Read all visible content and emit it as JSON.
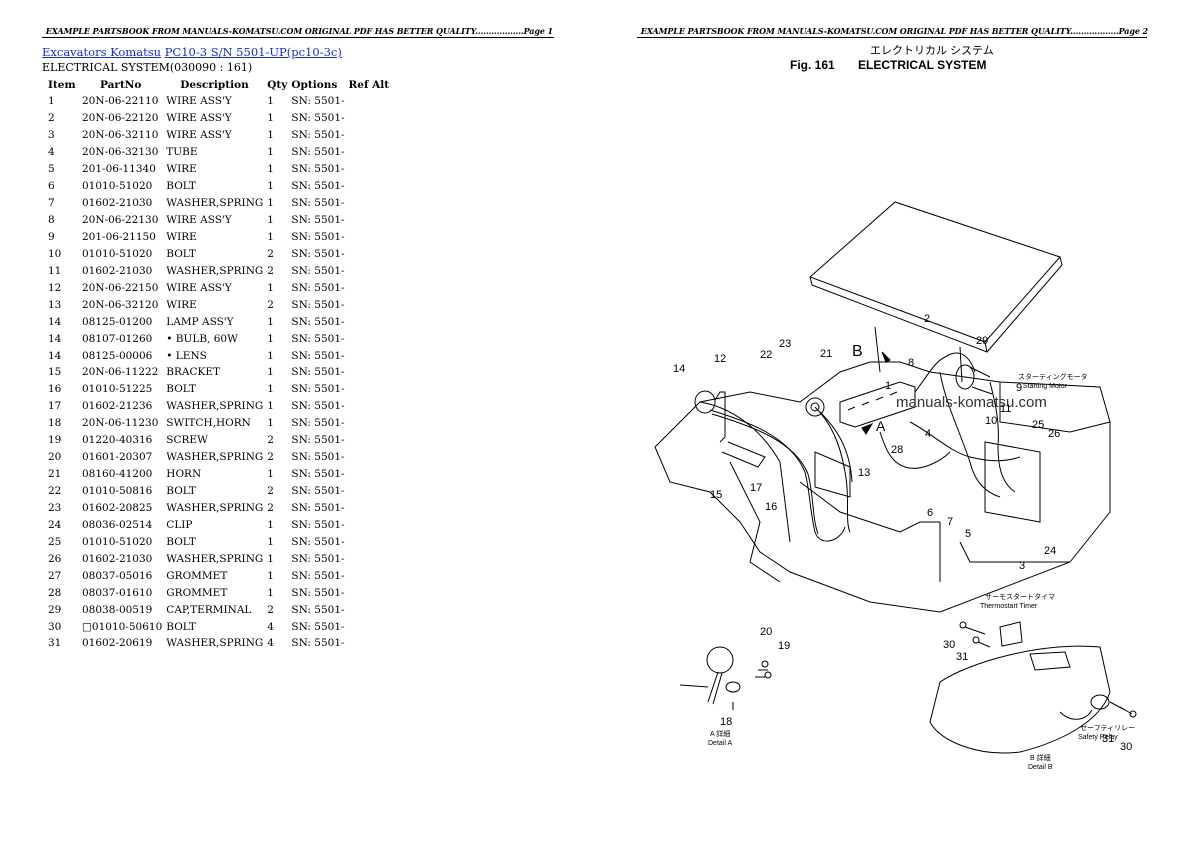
{
  "header": {
    "left_text": "EXAMPLE PARTSBOOK FROM MANUALS-KOMATSU.COM ORIGINAL PDF HAS BETTER QUALITY..................Page 1",
    "right_text": "EXAMPLE PARTSBOOK FROM MANUALS-KOMATSU.COM ORIGINAL PDF HAS BETTER QUALITY..................Page 2"
  },
  "breadcrumb": {
    "link1": "Excavators Komatsu",
    "link2": "PC10-3 S/N 5501-UP(pc10-3c)"
  },
  "subtitle": "ELECTRICAL SYSTEM(030090 : 161)",
  "table": {
    "headers": [
      "Item",
      "PartNo",
      "Description",
      "Qty",
      "Options",
      "Ref Alt"
    ],
    "rows": [
      [
        "1",
        "20N-06-22110",
        "WIRE ASS'Y",
        "1",
        "SN: 5501-"
      ],
      [
        "2",
        "20N-06-22120",
        "WIRE ASS'Y",
        "1",
        "SN: 5501-"
      ],
      [
        "3",
        "20N-06-32110",
        "WIRE ASS'Y",
        "1",
        "SN: 5501-"
      ],
      [
        "4",
        "20N-06-32130",
        "TUBE",
        "1",
        "SN: 5501-"
      ],
      [
        "5",
        "201-06-11340",
        "WIRE",
        "1",
        "SN: 5501-"
      ],
      [
        "6",
        "01010-51020",
        "BOLT",
        "1",
        "SN: 5501-"
      ],
      [
        "7",
        "01602-21030",
        "WASHER,SPRING",
        "1",
        "SN: 5501-"
      ],
      [
        "8",
        "20N-06-22130",
        "WIRE ASS'Y",
        "1",
        "SN: 5501-"
      ],
      [
        "9",
        "201-06-21150",
        "WIRE",
        "1",
        "SN: 5501-"
      ],
      [
        "10",
        "01010-51020",
        "BOLT",
        "2",
        "SN: 5501-"
      ],
      [
        "11",
        "01602-21030",
        "WASHER,SPRING",
        "2",
        "SN: 5501-"
      ],
      [
        "12",
        "20N-06-22150",
        "WIRE ASS'Y",
        "1",
        "SN: 5501-"
      ],
      [
        "13",
        "20N-06-32120",
        "WIRE",
        "2",
        "SN: 5501-"
      ],
      [
        "14",
        "08125-01200",
        "LAMP ASS'Y",
        "1",
        "SN: 5501-"
      ],
      [
        "14",
        "08107-01260",
        "• BULB, 60W",
        "1",
        "SN: 5501-"
      ],
      [
        "14",
        "08125-00006",
        "• LENS",
        "1",
        "SN: 5501-"
      ],
      [
        "15",
        "20N-06-11222",
        "BRACKET",
        "1",
        "SN: 5501-"
      ],
      [
        "16",
        "01010-51225",
        "BOLT",
        "1",
        "SN: 5501-"
      ],
      [
        "17",
        "01602-21236",
        "WASHER,SPRING",
        "1",
        "SN: 5501-"
      ],
      [
        "18",
        "20N-06-11230",
        "SWITCH,HORN",
        "1",
        "SN: 5501-"
      ],
      [
        "19",
        "01220-40316",
        "SCREW",
        "2",
        "SN: 5501-"
      ],
      [
        "20",
        "01601-20307",
        "WASHER,SPRING",
        "2",
        "SN: 5501-"
      ],
      [
        "21",
        "08160-41200",
        "HORN",
        "1",
        "SN: 5501-"
      ],
      [
        "22",
        "01010-50816",
        "BOLT",
        "2",
        "SN: 5501-"
      ],
      [
        "23",
        "01602-20825",
        "WASHER,SPRING",
        "2",
        "SN: 5501-"
      ],
      [
        "24",
        "08036-02514",
        "CLIP",
        "1",
        "SN: 5501-"
      ],
      [
        "25",
        "01010-51020",
        "BOLT",
        "1",
        "SN: 5501-"
      ],
      [
        "26",
        "01602-21030",
        "WASHER,SPRING",
        "1",
        "SN: 5501-"
      ],
      [
        "27",
        "08037-05016",
        "GROMMET",
        "1",
        "SN: 5501-"
      ],
      [
        "28",
        "08037-01610",
        "GROMMET",
        "1",
        "SN: 5501-"
      ],
      [
        "29",
        "08038-00519",
        "CAP,TERMINAL",
        "2",
        "SN: 5501-"
      ],
      [
        "30",
        "□01010-50610",
        "BOLT",
        "4",
        "SN: 5501-"
      ],
      [
        "31",
        "01602-20619",
        "WASHER,SPRING",
        "4",
        "SN: 5501-"
      ]
    ]
  },
  "diagram": {
    "japanese_title": "エレクトリカル システム",
    "fig_label": "Fig. 161",
    "fig_title": "ELECTRICAL SYSTEM",
    "watermark": "manuals-komatsu.com",
    "starting_motor_jp": "スターティングモータ",
    "starting_motor": "Starting Motor",
    "thermostart_jp": "サーモスタートタイマ",
    "thermostart": "Thermostart Timer",
    "safety_relay_jp": "セーフティリレー",
    "safety_relay": "Safety Relay",
    "detail_a_jp": "A 詳細",
    "detail_a": "Detail A",
    "detail_b_jp": "B 詳細",
    "detail_b": "Detail B",
    "callouts": [
      "1",
      "2",
      "3",
      "4",
      "5",
      "6",
      "7",
      "8",
      "9",
      "10",
      "11",
      "12",
      "13",
      "14",
      "15",
      "16",
      "17",
      "18",
      "19",
      "20",
      "21",
      "22",
      "23",
      "24",
      "25",
      "26",
      "29",
      "30",
      "31",
      "A",
      "B"
    ]
  }
}
